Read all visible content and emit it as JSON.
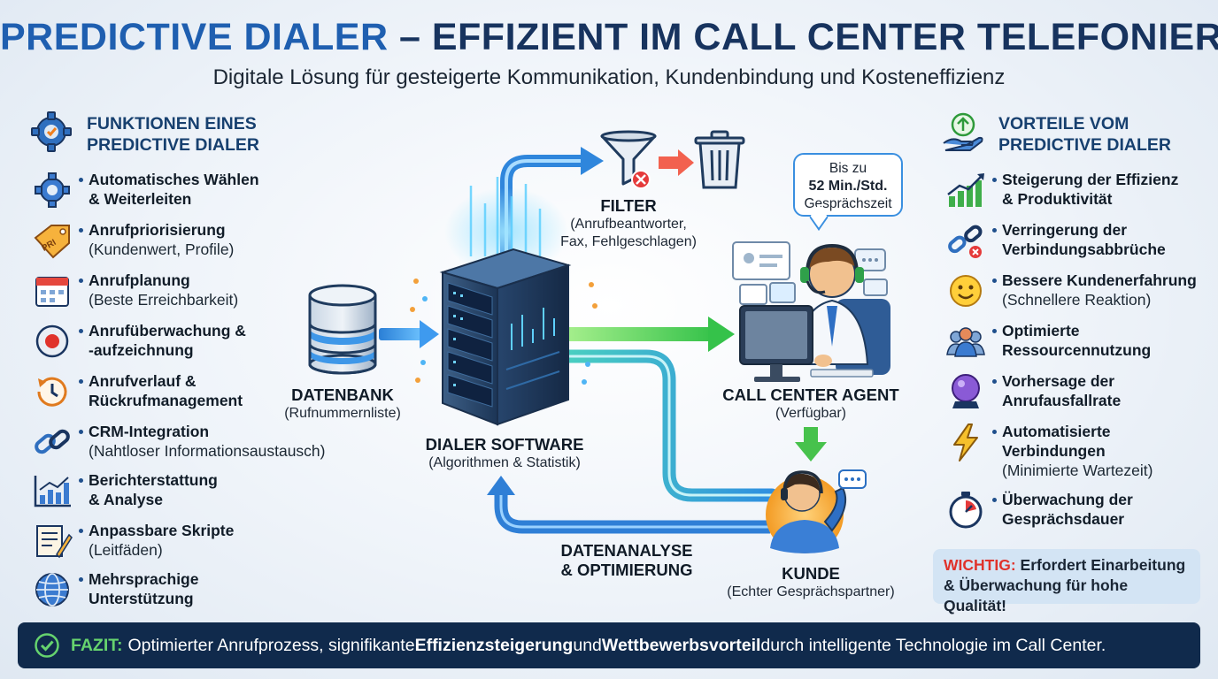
{
  "header": {
    "title_highlight": "PREDICTIVE DIALER",
    "title_rest": " – EFFIZIENT IM CALL CENTER TELEFONIEREN",
    "subtitle": "Digitale Lösung für gesteigerte Kommunikation, Kundenbindung und Kosteneffizienz"
  },
  "left": {
    "heading": "FUNKTIONEN EINES PREDICTIVE DIALER",
    "heading_icon": "gear-check-icon",
    "items": [
      {
        "title": "Automatisches Wählen",
        "title2": "& Weiterleiten",
        "sub": "",
        "icon": "gear-icon"
      },
      {
        "title": "Anrufpriorisierung",
        "title2": "",
        "sub": "(Kundenwert, Profile)",
        "icon": "tag-icon",
        "icon_text": "PRI"
      },
      {
        "title": "Anrufplanung",
        "title2": "",
        "sub": "(Beste Erreichbarkeit)",
        "icon": "calendar-icon"
      },
      {
        "title": "Anrufüberwachung &",
        "title2": "-aufzeichnung",
        "sub": "",
        "icon": "record-icon"
      },
      {
        "title": "Anrufverlauf &",
        "title2": "Rückrufmanagement",
        "sub": "",
        "icon": "history-clock-icon"
      },
      {
        "title": "CRM-Integration",
        "title2": "",
        "sub": "(Nahtloser Informationsaustausch)",
        "icon": "link-icon"
      },
      {
        "title": "Berichterstattung",
        "title2": "& Analyse",
        "sub": "",
        "icon": "bar-chart-icon"
      },
      {
        "title": "Anpassbare Skripte",
        "title2": "",
        "sub": "(Leitfäden)",
        "icon": "script-icon"
      },
      {
        "title": "Mehrsprachige",
        "title2": "Unterstützung",
        "sub": "",
        "icon": "globe-icon"
      }
    ]
  },
  "right": {
    "heading": "VORTEILE VOM PREDICTIVE DIALER",
    "heading_icon": "hand-growth-icon",
    "items": [
      {
        "title": "Steigerung der Effizienz",
        "title2": "& Produktivität",
        "sub": "",
        "icon": "growth-chart-icon"
      },
      {
        "title": "Verringerung der",
        "title2": "Verbindungsabbrüche",
        "sub": "",
        "icon": "broken-link-icon"
      },
      {
        "title": "Bessere Kundenerfahrung",
        "title2": "",
        "sub": "(Schnellere Reaktion)",
        "icon": "smiley-icon"
      },
      {
        "title": "Optimierte",
        "title2": "Ressourcennutzung",
        "sub": "",
        "icon": "team-icon"
      },
      {
        "title": "Vorhersage der",
        "title2": "Anrufausfallrate",
        "sub": "",
        "icon": "crystal-ball-icon"
      },
      {
        "title": "Automatisierte",
        "title2": "Verbindungen",
        "sub": "(Minimierte Wartezeit)",
        "icon": "lightning-icon"
      },
      {
        "title": "Überwachung der",
        "title2": "Gesprächsdauer",
        "sub": "",
        "icon": "stopwatch-icon"
      }
    ]
  },
  "diagram": {
    "database": {
      "title": "DATENBANK",
      "sub": "(Rufnummernliste)"
    },
    "dialer": {
      "title": "DIALER SOFTWARE",
      "sub": "(Algorithmen & Statistik)"
    },
    "filter": {
      "title": "FILTER",
      "sub1": "(Anrufbeantworter,",
      "sub2": "Fax, Fehlgeschlagen)"
    },
    "agent": {
      "title": "CALL CENTER AGENT",
      "sub": "(Verfügbar)"
    },
    "customer": {
      "title": "KUNDE",
      "sub": "(Echter Gesprächspartner)"
    },
    "analysis": {
      "line1": "DATENANALYSE",
      "line2": "& OPTIMIERUNG"
    },
    "bubble": {
      "line1": "Bis zu",
      "line2": "52 Min./Std.",
      "line3": "Gesprächszeit"
    }
  },
  "warning": {
    "label": "WICHTIG:",
    "text1": " Erfordert Einarbeitung",
    "text2": "& Überwachung für hohe Qualität!"
  },
  "footer": {
    "label": "FAZIT:",
    "text1": "Optimierter Anrufprozess, signifikante",
    "bold1": "Effizienzsteigerung",
    "text2": "und",
    "bold2": "Wettbewerbsvorteil",
    "text3": "durch intelligente Technologie im Call Center."
  },
  "colors": {
    "navy": "#17335e",
    "blue": "#1f5fb0",
    "green": "#5ed35a",
    "red": "#e0322b",
    "footer_bg": "#102a4c"
  }
}
